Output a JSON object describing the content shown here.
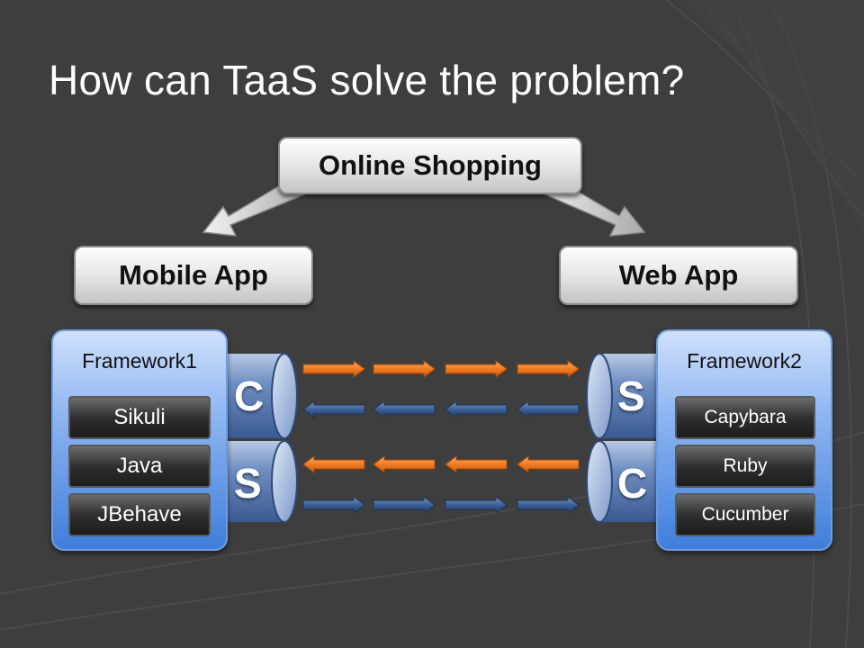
{
  "title": "How can TaaS solve the problem?",
  "top_node": "Online Shopping",
  "left_app": "Mobile App",
  "right_app": "Web App",
  "framework_left": {
    "title": "Framework1",
    "tools": [
      "Sikuli",
      "Java",
      "JBehave"
    ]
  },
  "framework_right": {
    "title": "Framework2",
    "tools": [
      "Capybara",
      "Ruby",
      "Cucumber"
    ]
  },
  "left_cylinders": [
    "C",
    "S"
  ],
  "right_cylinders": [
    "S",
    "C"
  ],
  "colors": {
    "background": "#3e3e3e",
    "orange_arrow": "#f07a20",
    "blue_arrow": "#3b5f95",
    "framework_blue": "#4a88e0"
  }
}
